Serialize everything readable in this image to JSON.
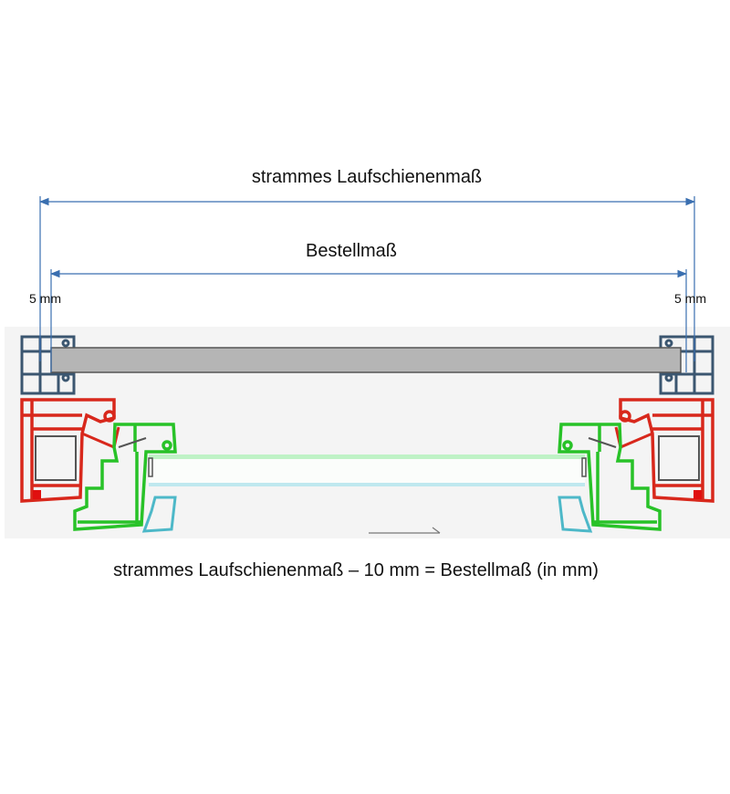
{
  "labels": {
    "outer_dimension": "strammes Laufschienenmaß",
    "order_dimension": "Bestellmaß",
    "offset_left": "5 mm",
    "offset_right": "5 mm",
    "formula": "strammes Laufschienenmaß – 10 mm = Bestellmaß (in mm)"
  },
  "colors": {
    "dimension_line": "#3a6fb0",
    "rail_frame": "#3b5670",
    "window_frame": "#d8281c",
    "sash": "#28c228",
    "glass_bead": "#4db8c8",
    "insect_screen": "#b5b5b5"
  }
}
